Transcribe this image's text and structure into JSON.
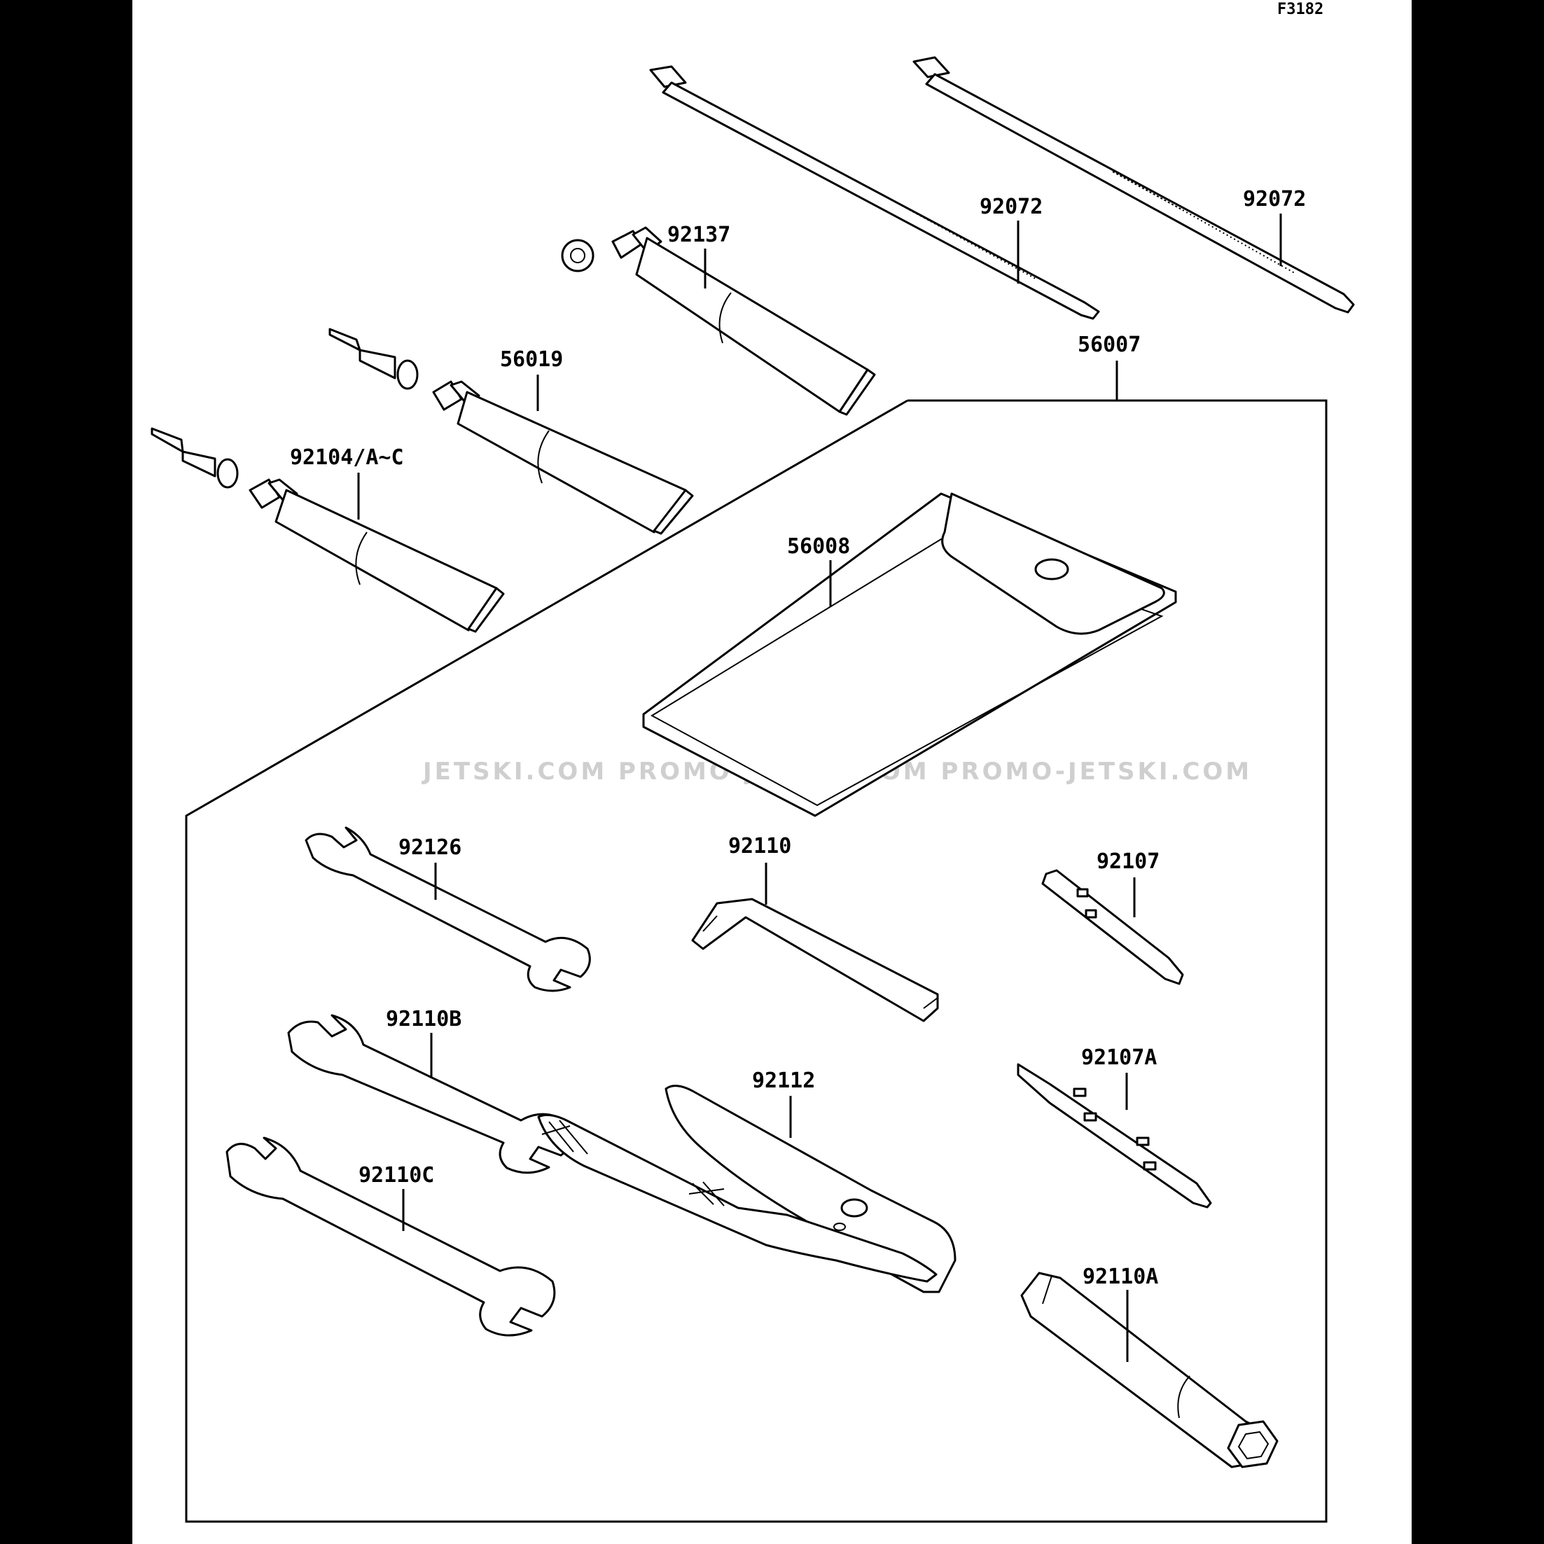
{
  "diagram": {
    "figure_code": "F3182",
    "watermark": "JETSKI.COM   PROMO-JETSKI.COM   PROMO-JETSKI.COM",
    "kit_box_label": "56007",
    "parts": [
      {
        "id": "tie-left",
        "label": "92072"
      },
      {
        "id": "tie-right",
        "label": "92072"
      },
      {
        "id": "tube-top",
        "label": "92137"
      },
      {
        "id": "tube-mid",
        "label": "56019"
      },
      {
        "id": "tube-bottom",
        "label": "92104/A~C"
      },
      {
        "id": "pouch",
        "label": "56008"
      },
      {
        "id": "wrench-1",
        "label": "92126"
      },
      {
        "id": "wrench-2",
        "label": "92110B"
      },
      {
        "id": "wrench-3",
        "label": "92110C"
      },
      {
        "id": "hex-key",
        "label": "92110"
      },
      {
        "id": "pliers",
        "label": "92112"
      },
      {
        "id": "screwdriver-1",
        "label": "92107"
      },
      {
        "id": "screwdriver-2",
        "label": "92107A"
      },
      {
        "id": "socket-wrench",
        "label": "92110A"
      }
    ]
  }
}
